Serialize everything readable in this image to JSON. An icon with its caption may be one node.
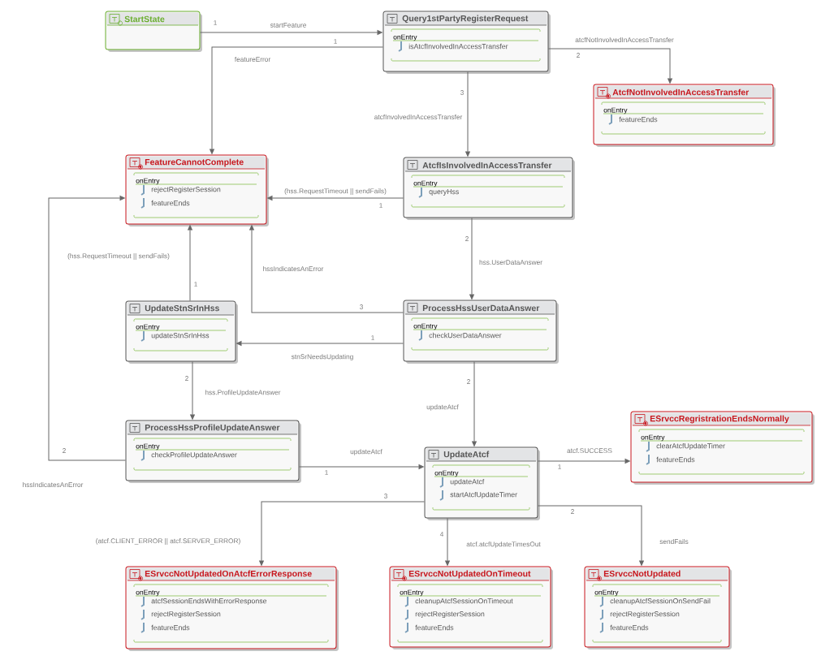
{
  "diagram": {
    "nodes": [
      {
        "text": [
          "StartState"
        ]
      },
      {
        "text": [
          "Query1stPartyRegisterRequest",
          "onEntry",
          "isAtcfInvolvedInAccessTransfer"
        ]
      },
      {
        "text": [
          "AtcfNotInvolvedInAccessTransfer",
          "onEntry",
          "featureEnds"
        ]
      },
      {
        "text": [
          "FeatureCannotComplete",
          "onEntry",
          "rejectRegisterSession",
          "featureEnds"
        ]
      },
      {
        "text": [
          "AtcfIsInvolvedInAccessTransfer",
          "onEntry",
          "queryHss"
        ]
      },
      {
        "text": [
          "UpdateStnSrInHss",
          "onEntry",
          "updateStnSrInHss"
        ]
      },
      {
        "text": [
          "ProcessHssUserDataAnswer",
          "onEntry",
          "checkUserDataAnswer"
        ]
      },
      {
        "text": [
          "ProcessHssProfileUpdateAnswer",
          "onEntry",
          "checkProfileUpdateAnswer"
        ]
      },
      {
        "text": [
          "ESrvccRegristrationEndsNormally",
          "onEntry",
          "clearAtcfUpdateTimer",
          "featureEnds"
        ]
      },
      {
        "text": [
          "UpdateAtcf",
          "onEntry",
          "updateAtcf",
          "startAtcfUpdateTimer"
        ]
      },
      {
        "text": [
          "ESrvccNotUpdatedOnAtcfErrorResponse",
          "onEntry",
          "atcfSessionEndsWithErrorResponse",
          "rejectRegisterSession",
          "featureEnds"
        ]
      },
      {
        "text": [
          "ESrvccNotUpdatedOnTimeout",
          "onEntry",
          "cleanupAtcfSessionOnTimeout",
          "rejectRegisterSession",
          "featureEnds"
        ]
      },
      {
        "text": [
          "ESrvccNotUpdated",
          "onEntry",
          "cleanupAtcfSessionOnSendFail",
          "rejectRegisterSession",
          "featureEnds"
        ]
      }
    ],
    "edges": [
      {
        "from": 0,
        "to": 1,
        "arrow": "to",
        "label": "startFeature"
      },
      {
        "from": 1,
        "to": 3,
        "arrow": "to",
        "label": "featureError"
      },
      {
        "from": 1,
        "to": 2,
        "arrow": "to",
        "label": "atcfNotInvolvedInAccessTransfer"
      },
      {
        "from": 1,
        "to": 4,
        "arrow": "to",
        "label": "atcfInvolvedInAccessTransfer"
      },
      {
        "from": 4,
        "to": 3,
        "arrow": "to",
        "label": "(hss.RequestTimeout || sendFails)"
      },
      {
        "from": 4,
        "to": 6,
        "arrow": "to",
        "label": "hss.UserDataAnswer"
      },
      {
        "from": 6,
        "to": 3,
        "arrow": "to",
        "label": "hssIndicatesAnError"
      },
      {
        "from": 6,
        "to": 5,
        "arrow": "to",
        "label": "stnSrNeedsUpdating"
      },
      {
        "from": 5,
        "to": 3,
        "arrow": "to",
        "label": "(hss.RequestTimeout || sendFails)"
      },
      {
        "from": 5,
        "to": 7,
        "arrow": "to",
        "label": "hss.ProfileUpdateAnswer"
      },
      {
        "from": 7,
        "to": 3,
        "arrow": "to",
        "label": "hssIndicatesAnError"
      },
      {
        "from": 7,
        "to": 9,
        "arrow": "to",
        "label": "updateAtcf"
      },
      {
        "from": 6,
        "to": 9,
        "arrow": "to",
        "label": "updateAtcf"
      },
      {
        "from": 9,
        "to": 8,
        "arrow": "to",
        "label": "atcf.SUCCESS"
      },
      {
        "from": 9,
        "to": 10,
        "arrow": "to",
        "label": "(atcf.CLIENT_ERROR || atcf.SERVER_ERROR)"
      },
      {
        "from": 9,
        "to": 11,
        "arrow": "to",
        "label": "atcf.atcfUpdateTimesOut"
      },
      {
        "from": 9,
        "to": 12,
        "arrow": "to",
        "label": "sendFails"
      }
    ],
    "labels": [
      "1",
      "1",
      "2",
      "3",
      "1",
      "2",
      "1",
      "3",
      "1",
      "2",
      "2",
      "2",
      "1",
      "1",
      "3",
      "2",
      "4"
    ]
  }
}
